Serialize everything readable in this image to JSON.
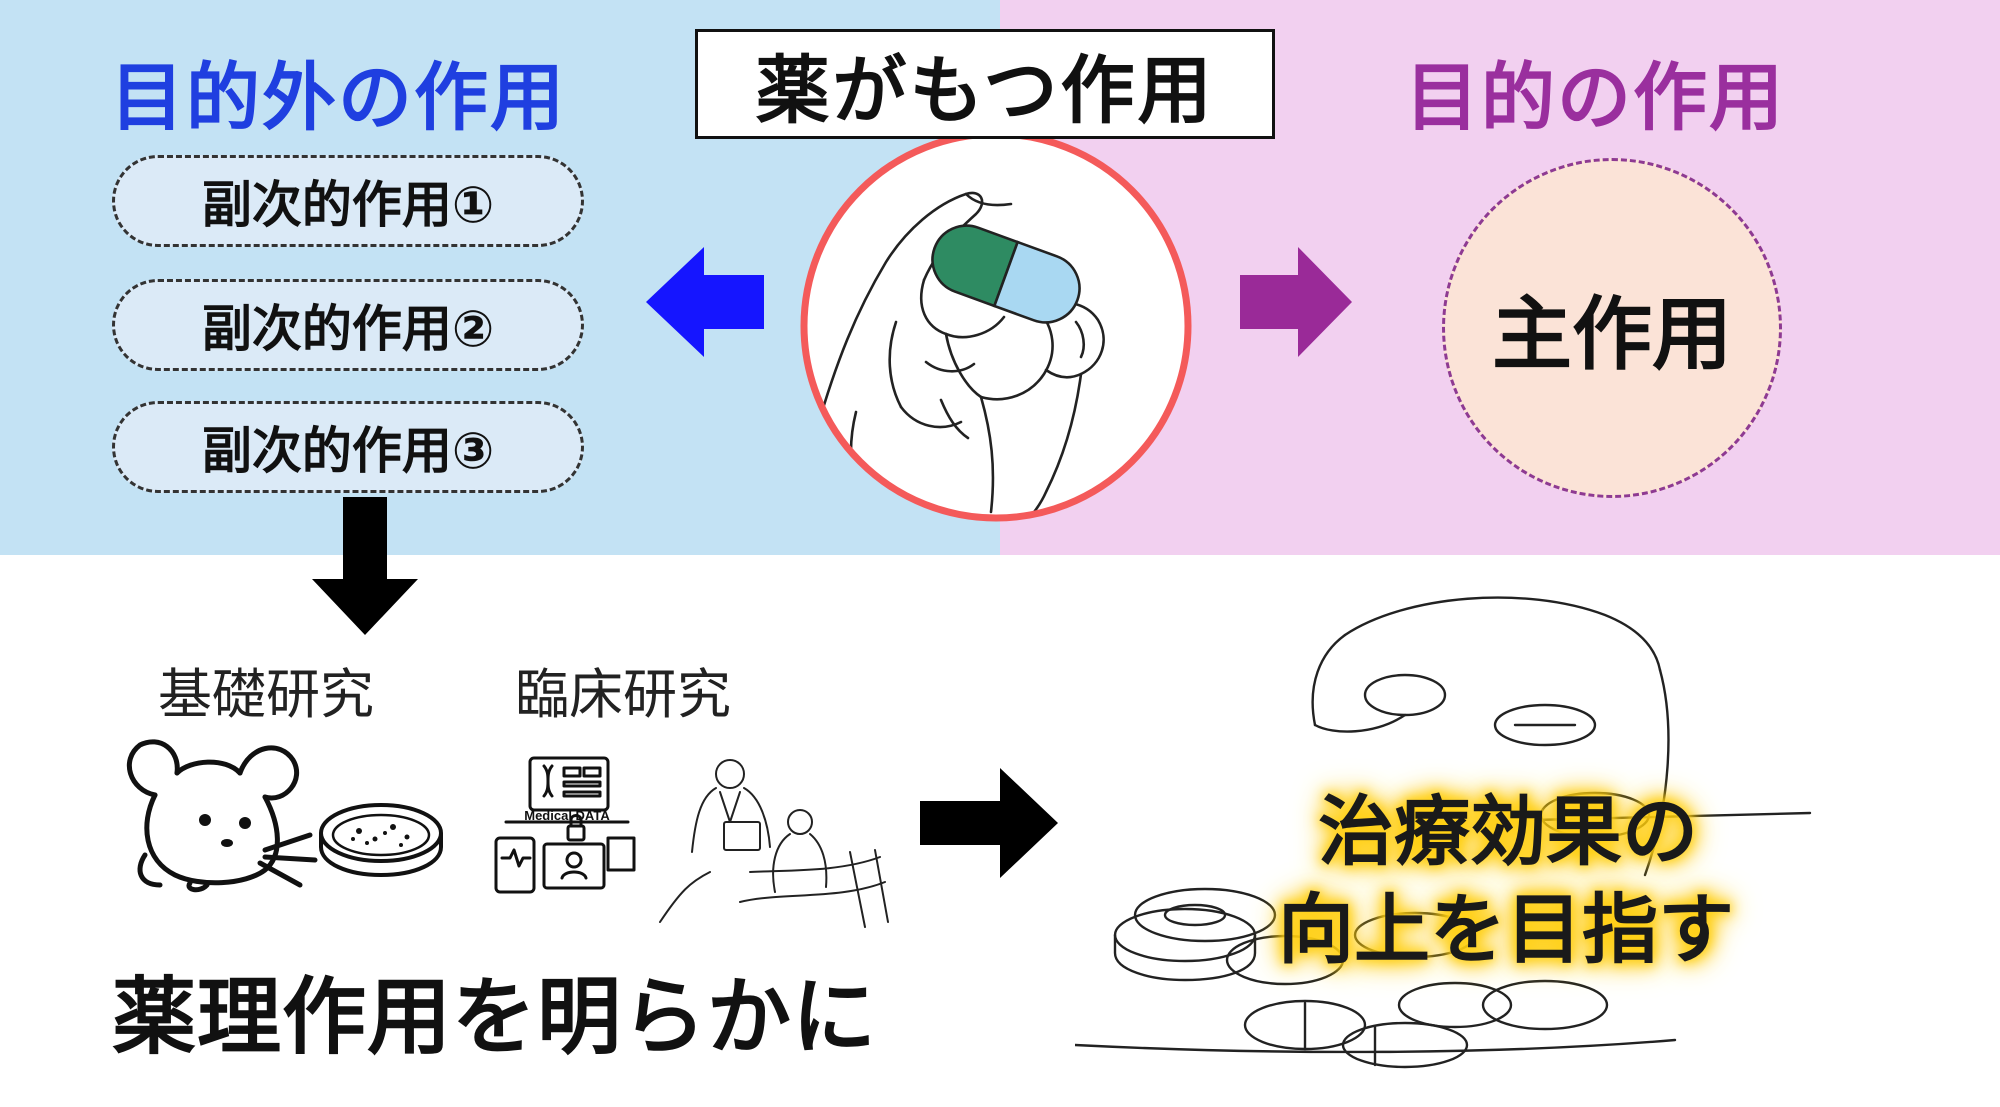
{
  "headings": {
    "off_target": "目的外の作用",
    "center": "薬がもつ作用",
    "on_target": "目的の作用"
  },
  "side_effects": [
    "副次的作用①",
    "副次的作用②",
    "副次的作用③"
  ],
  "main_effect": "主作用",
  "research": {
    "basic": "基礎研究",
    "clinical": "臨床研究",
    "medical_data_label": "Medical DATA"
  },
  "reveal": "薬理作用を明らかに",
  "goal": {
    "line1": "治療効果の",
    "line2": "向上を目指す"
  },
  "colors": {
    "left_panel": "#c3e2f4",
    "right_panel": "#f2d0f0",
    "blue_heading": "#1f3fe0",
    "purple_heading": "#9a2f9e",
    "red_circle": "#f45a5a",
    "blue_arrow": "#1515ff",
    "purple_arrow": "#9a2a98",
    "capsule_green": "#2e8b62",
    "capsule_blue": "#a9d8f2",
    "glow": "#ffcc00"
  }
}
